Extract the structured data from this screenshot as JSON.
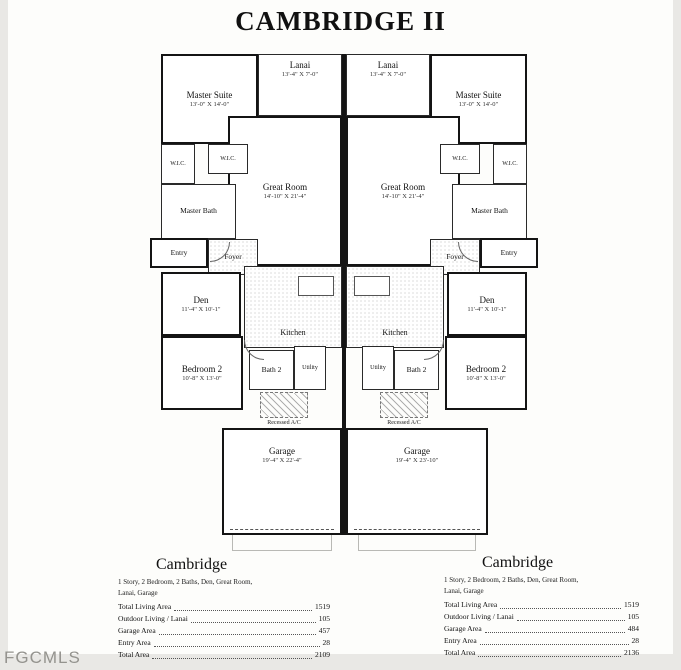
{
  "title": "CAMBRIDGE II",
  "watermark": "FGCMLS",
  "plan": {
    "left": {
      "master_suite": {
        "name": "Master Suite",
        "dims": "13'-0\" X 14'-0\""
      },
      "lanai": {
        "name": "Lanai",
        "dims": "13'-4\" X 7'-0\""
      },
      "great_room": {
        "name": "Great Room",
        "dims": "14'-10\" X 21'-4\""
      },
      "wic_1": "W.I.C.",
      "wic_2": "W.I.C.",
      "master_bath": "Master Bath",
      "entry": "Entry",
      "foyer": "Foyer",
      "den": {
        "name": "Den",
        "dims": "11'-4\" X 10'-1\""
      },
      "kitchen": "Kitchen",
      "bath_2": "Bath 2",
      "utility": "Utility",
      "bedroom_2": {
        "name": "Bedroom 2",
        "dims": "10'-8\" X 13'-0\""
      },
      "ac": "Recessed A/C",
      "garage": {
        "name": "Garage",
        "dims": "19'-4\" X 22'-4\""
      }
    },
    "right": {
      "master_suite": {
        "name": "Master Suite",
        "dims": "13'-0\" X 14'-0\""
      },
      "lanai": {
        "name": "Lanai",
        "dims": "13'-4\" X 7'-0\""
      },
      "great_room": {
        "name": "Great Room",
        "dims": "14'-10\" X 21'-4\""
      },
      "wic_1": "W.I.C.",
      "wic_2": "W.I.C.",
      "master_bath": "Master Bath",
      "entry": "Entry",
      "foyer": "Foyer",
      "den": {
        "name": "Den",
        "dims": "11'-4\" X 10'-1\""
      },
      "kitchen": "Kitchen",
      "bath_2": "Bath 2",
      "utility": "Utility",
      "bedroom_2": {
        "name": "Bedroom 2",
        "dims": "10'-8\" X 13'-0\""
      },
      "ac": "Recessed A/C",
      "garage": {
        "name": "Garage",
        "dims": "19'-4\" X 23'-10\""
      }
    }
  },
  "tables": {
    "left": {
      "title": "Cambridge",
      "description_1": "1 Story, 2 Bedroom, 2 Baths, Den, Great Room,",
      "description_2": "Lanai, Garage",
      "rows": [
        {
          "label": "Total Living Area",
          "value": "1519"
        },
        {
          "label": "Outdoor Living / Lanai",
          "value": "105"
        },
        {
          "label": "Garage Area",
          "value": "457"
        },
        {
          "label": "Entry Area",
          "value": "28"
        },
        {
          "label": "Total Area",
          "value": "2109"
        }
      ]
    },
    "right": {
      "title": "Cambridge",
      "description_1": "1 Story, 2 Bedroom, 2 Baths, Den, Great Room,",
      "description_2": "Lanai, Garage",
      "rows": [
        {
          "label": "Total Living Area",
          "value": "1519"
        },
        {
          "label": "Outdoor Living / Lanai",
          "value": "105"
        },
        {
          "label": "Garage Area",
          "value": "484"
        },
        {
          "label": "Entry Area",
          "value": "28"
        },
        {
          "label": "Total Area",
          "value": "2136"
        }
      ]
    }
  }
}
